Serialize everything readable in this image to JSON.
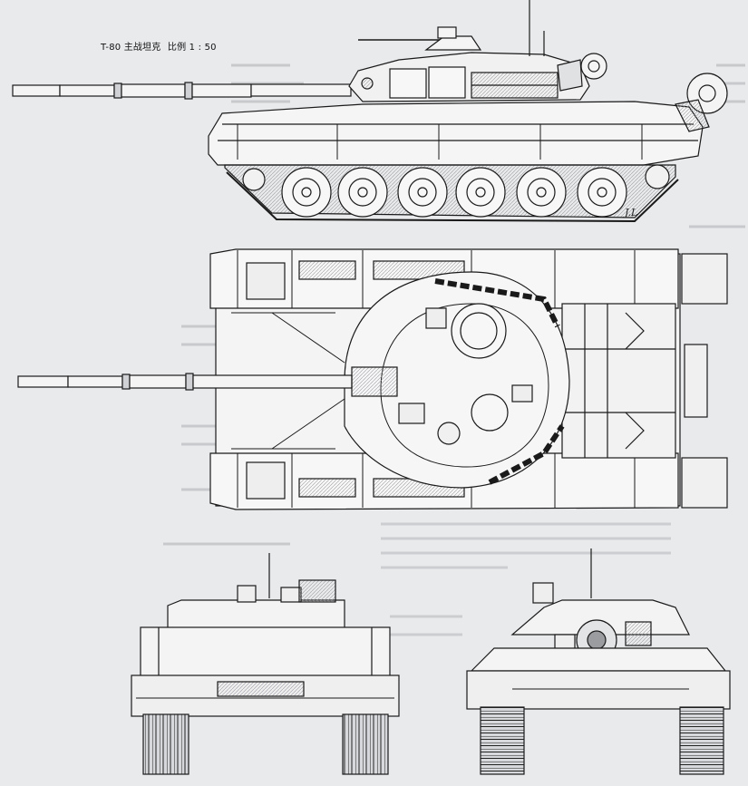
{
  "caption": {
    "model": "T-80 主战坦克",
    "scale": "比例 1 : 50"
  },
  "signature": "J.L",
  "colors": {
    "paper": "#e9eaec",
    "ink": "#1a1a1a",
    "shade": "#cfd1d4",
    "mid": "#8a8c90"
  },
  "views": [
    "side-view",
    "top-view",
    "rear-view",
    "front-view"
  ],
  "side_view": {
    "road_wheels": 6
  },
  "top_view": {
    "side_skirt_panels": 8
  },
  "icons": [
    "ghost-text-left",
    "ghost-text-right",
    "ghost-text-bottom"
  ]
}
